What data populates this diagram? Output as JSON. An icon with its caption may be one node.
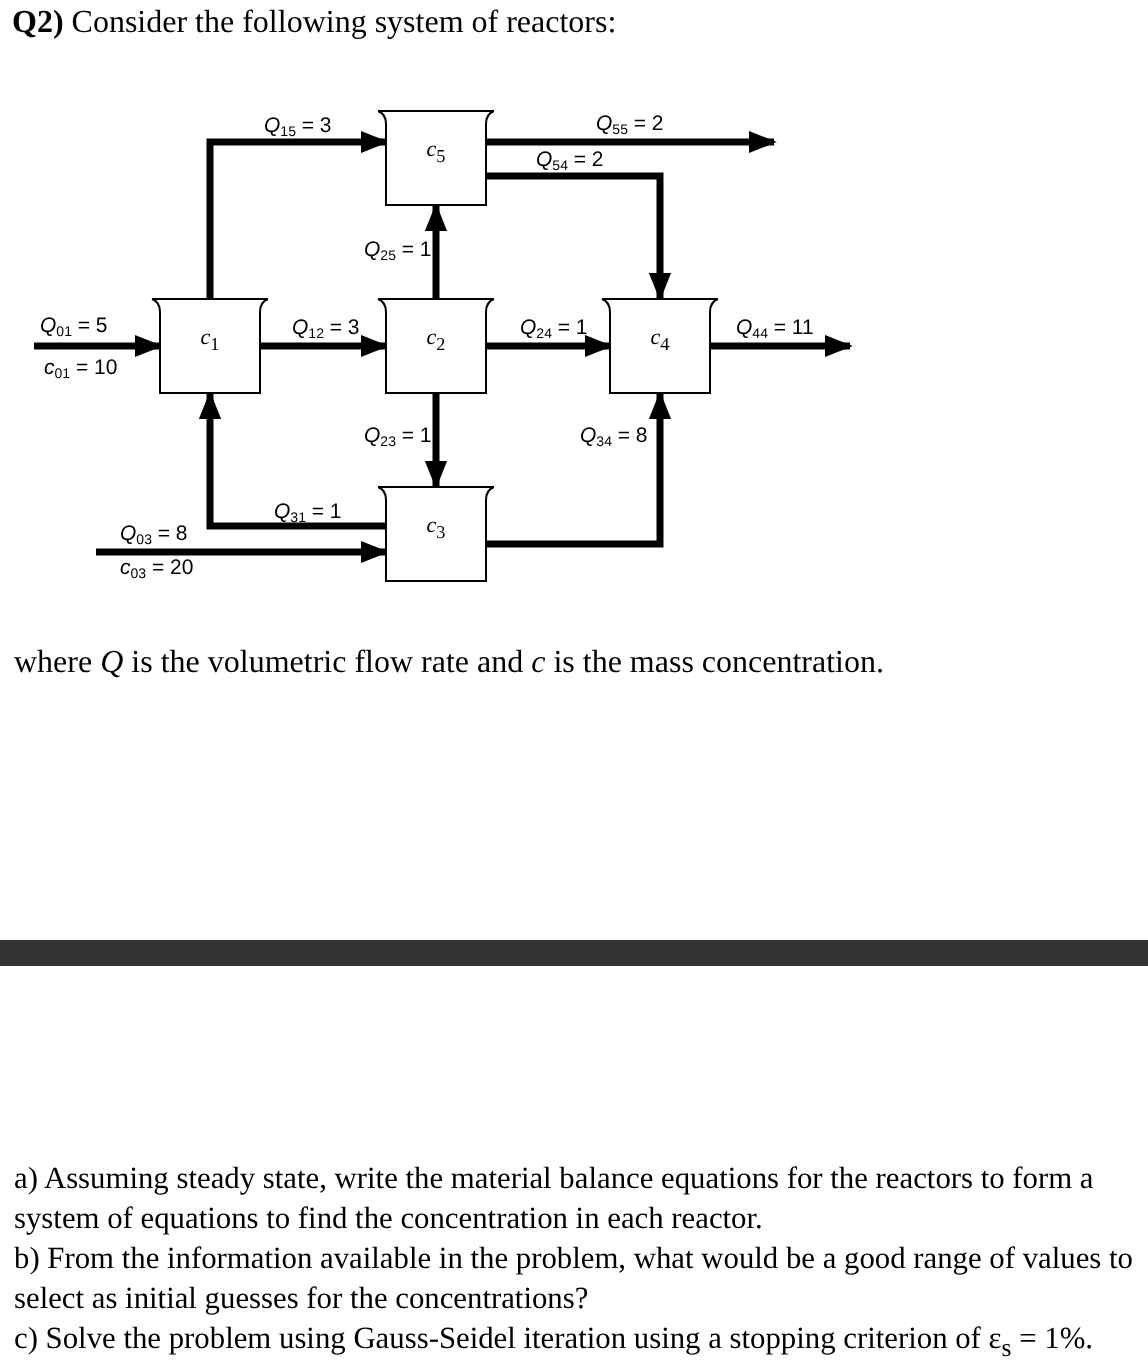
{
  "diagram": {
    "title": "**Q2)** Consider the following system of reactors:",
    "caption": "where *Q* is the volumetric flow rate and *c* is the mass concentration.",
    "nodes": [
      {
        "text": [
          "*c*$_{5}$"
        ]
      },
      {
        "text": [
          "*c*$_{1}$"
        ]
      },
      {
        "text": [
          "*c*$_{2}$"
        ]
      },
      {
        "text": [
          "*c*$_{4}$"
        ]
      },
      {
        "text": [
          "*c*$_{3}$"
        ]
      }
    ],
    "edges": [
      {
        "from": null,
        "to": 1,
        "arrow": "to",
        "label": "*Q*$_{01}$ = 5"
      },
      {
        "from": 1,
        "to": 0,
        "arrow": "to",
        "label": "*Q*$_{15}$ = 3"
      },
      {
        "from": 1,
        "to": 2,
        "arrow": "to",
        "label": "*Q*$_{12}$ = 3"
      },
      {
        "from": 2,
        "to": 0,
        "arrow": "to",
        "label": "*Q*$_{25}$ = 1"
      },
      {
        "from": 2,
        "to": 4,
        "arrow": "to",
        "label": "*Q*$_{23}$ = 1"
      },
      {
        "from": 4,
        "to": 1,
        "arrow": "to",
        "label": "*Q*$_{31}$ = 1"
      },
      {
        "from": null,
        "to": 4,
        "arrow": "to",
        "label": "*Q*$_{03}$ = 8"
      },
      {
        "from": 0,
        "to": null,
        "arrow": "to",
        "label": "*Q*$_{55}$ = 2"
      },
      {
        "from": 0,
        "to": 3,
        "arrow": "to",
        "label": "*Q*$_{54}$ = 2"
      },
      {
        "from": 2,
        "to": 3,
        "arrow": "to",
        "label": "*Q*$_{24}$ = 1"
      },
      {
        "from": 4,
        "to": 3,
        "arrow": "to",
        "label": "*Q*$_{34}$ = 8"
      },
      {
        "from": 3,
        "to": null,
        "arrow": "to",
        "label": "*Q*$_{44}$ = 11"
      }
    ],
    "labels": [
      "*c*$_{01}$ = 10",
      "*c*$_{03}$ = 20",
      "a) Assuming steady state, write the material balance equations for the reactors to form a system of equations to find the concentration in each reactor.",
      "b) From the information available in the problem, what would be a good range of values to select as initial guesses for the concentrations?",
      "c) Solve the problem using Gauss-Seidel iteration using a stopping criterion of ε$_{s}$ = 1%."
    ]
  }
}
